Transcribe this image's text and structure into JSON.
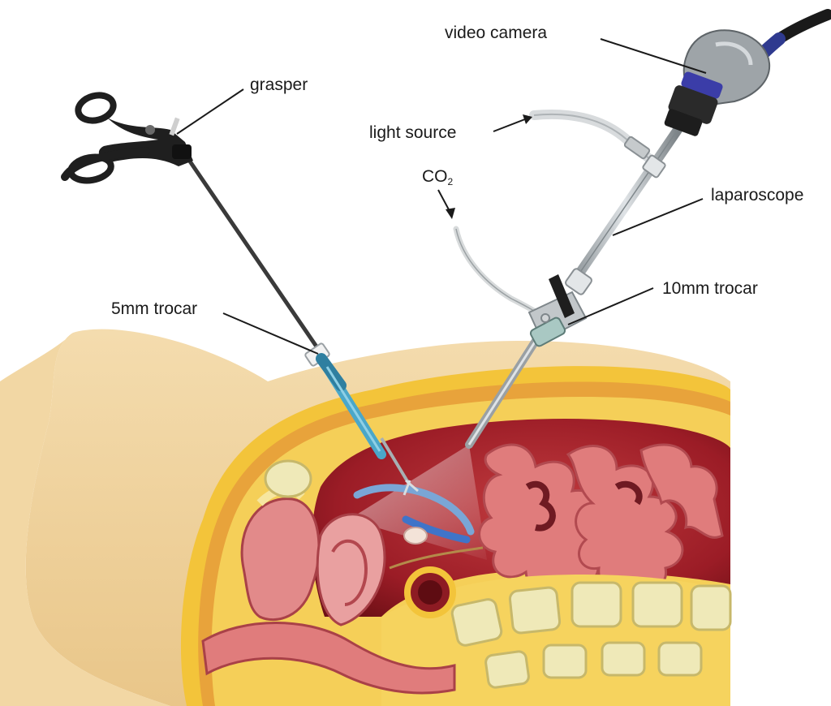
{
  "labels": {
    "grasper": "grasper",
    "video_camera": "video camera",
    "light_source": "light source",
    "co2_main": "CO",
    "co2_sub": "2",
    "laparoscope": "laparoscope",
    "trocar_5mm": "5mm trocar",
    "trocar_10mm": "10mm trocar"
  },
  "colors": {
    "skin": "#f0d29a",
    "fat": "#f3c43a",
    "cavity": "#a8222b",
    "bowel": "#e07c7c",
    "spine_bone": "#f1ecbf",
    "trocar_blue": "#4aa7c9",
    "camera_band": "#3b3da8"
  }
}
